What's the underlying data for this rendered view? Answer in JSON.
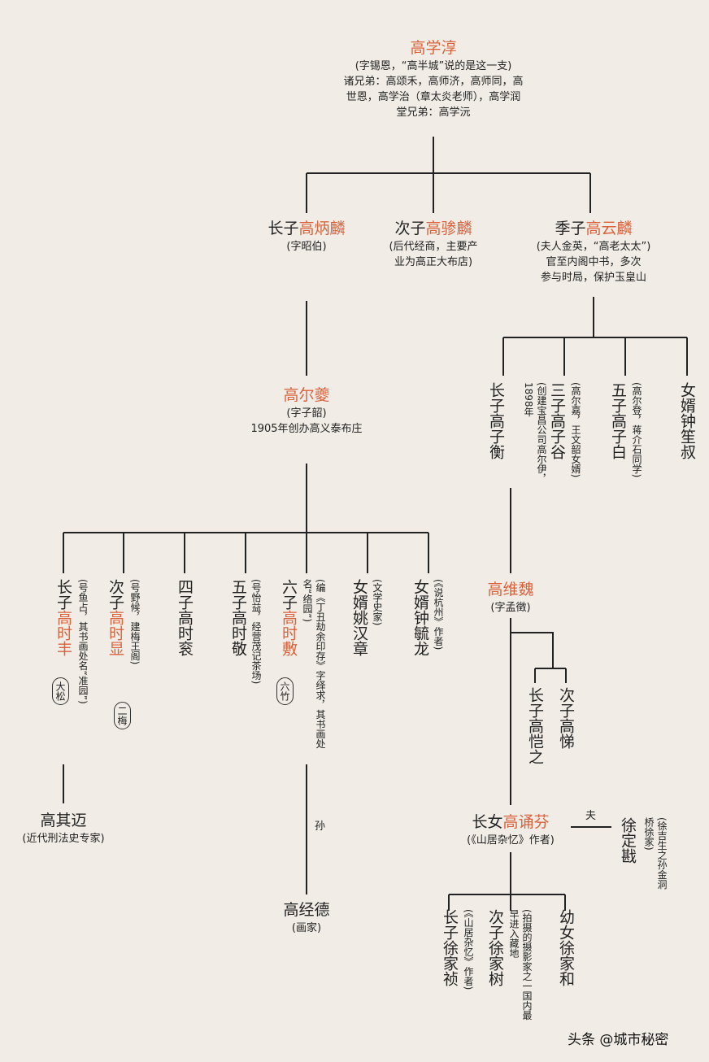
{
  "root": {
    "name": "高学淳",
    "note1": "(字锡恩，“高半城”说的是这一支)",
    "note2": "诸兄弟：高颂禾，高师济，高师同，高",
    "note3": "世恩，高学治（章太炎老师），高学润",
    "note4": "堂兄弟：高学沅"
  },
  "son1": {
    "prefix": "长子",
    "name": "高炳麟",
    "note": "(字昭伯)"
  },
  "son2": {
    "prefix": "次子",
    "name": "高骖麟",
    "note1": "(后代经商，主要产",
    "note2": "业为高正大布店)"
  },
  "son3": {
    "prefix": "季子",
    "name": "高云麟",
    "note1": "(夫人金英，“高老太太”)",
    "note2": "官至内阁中书，多次",
    "note3": "参与时局，保护玉皇山"
  },
  "erqing": {
    "name": "高尔夔",
    "note1": "(字子韶)",
    "note2": "1905年创办高义泰布庄"
  },
  "g3": [
    {
      "name": "长子高子衡",
      "note": "(创建宝昌公司高尔伊，1898年"
    },
    {
      "name": "三子高子谷",
      "note": "(高尔嘉，王文韶女婿)"
    },
    {
      "name": "五子高子白",
      "note": "(高尔登，蒋介石同学)"
    },
    {
      "name": "女婿钟笙叔"
    }
  ],
  "g2": [
    {
      "pre": "长子",
      "name": "高时丰",
      "note": "(号鱼占，其书画处名“准园”)",
      "badge": "大松"
    },
    {
      "pre": "次子",
      "name": "高时显",
      "note": "(号野候，建梅王阁)",
      "badge": "二梅"
    },
    {
      "pre": "四子高时衮"
    },
    {
      "pre": "五子高时敬",
      "note": "(号怡益，经营茂记茶场)"
    },
    {
      "pre": "六子",
      "name": "高时敷",
      "note": "(编《丁丑劫余印存》字绎求，其书画处名“络园”)",
      "badge": "六竹"
    },
    {
      "pre": "女婿姚汉章",
      "note": "(文学史家)"
    },
    {
      "pre": "女婿钟毓龙",
      "note": "(《说杭州》作者)"
    }
  ],
  "weiwei": {
    "name": "高维魏",
    "note": "(字孟徵)"
  },
  "ww_sons": [
    {
      "name": "长子高恺之"
    },
    {
      "name": "次子高悌"
    }
  ],
  "qimai": {
    "name": "高其迈",
    "note": "(近代刑法史专家)"
  },
  "jingde": {
    "name": "高经德",
    "note": "(画家)",
    "rel": "孙"
  },
  "songfen": {
    "prefix": "长女",
    "name": "高诵芬",
    "note": "(《山居杂忆》作者)"
  },
  "husband": {
    "rel": "夫",
    "name": "徐定戡",
    "note": "(徐吉生之孙金洞桥徐家)"
  },
  "kids": [
    {
      "name": "长子徐家祯",
      "note": "(《山居杂忆》作者)"
    },
    {
      "name": "次子徐家树",
      "note": "(拍摄的摄影家之一国内最早进入藏地"
    },
    {
      "name": "幼女徐家和"
    }
  ],
  "watermark": "头条 @城市秘密",
  "colors": {
    "accent": "#d9623c",
    "line": "#222222",
    "bg": "#f1ede6"
  }
}
